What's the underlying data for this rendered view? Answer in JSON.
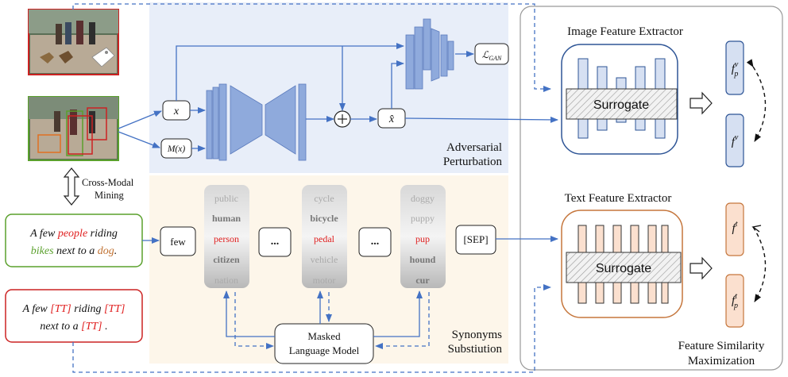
{
  "panels": {
    "adversarial_label_1": "Adversarial",
    "adversarial_label_2": "Perturbation",
    "synonyms_label_1": "Synonyms",
    "synonyms_label_2": "Substiution",
    "feature_similarity_1": "Feature Similarity",
    "feature_similarity_2": "Maximization"
  },
  "cross_modal": {
    "line1": "Cross-Modal",
    "line2": "Mining"
  },
  "nodes": {
    "x": "x",
    "mx": "M(x)",
    "xhat": "x̂",
    "loss": "ℒGAN",
    "few": "few",
    "sep": "[SEP]",
    "dots1": "...",
    "dots2": "...",
    "mlm_line1": "Masked",
    "mlm_line2": "Language Model"
  },
  "columns": {
    "col1": [
      "public",
      "human",
      "person",
      "citizen",
      "nation"
    ],
    "col2": [
      "cycle",
      "bicycle",
      "pedal",
      "vehicle",
      "motor"
    ],
    "col3": [
      "doggy",
      "puppy",
      "pup",
      "hound",
      "cur"
    ]
  },
  "captions": {
    "green": {
      "p1": "A few ",
      "w1": "people",
      "p2": " riding",
      "w2": "bikes",
      "p3": " next to a ",
      "w3": "dog",
      "p4": "."
    },
    "red": {
      "p1": "A few ",
      "t1": "[TT]",
      "p2": " riding ",
      "t2": "[TT]",
      "p3": "next to a ",
      "t3": "[TT]",
      "p4": " ."
    }
  },
  "extractors": {
    "image_title": "Image Feature Extractor",
    "text_title": "Text Feature Extractor",
    "surrogate": "Surrogate"
  },
  "features": {
    "fpv": "f_p^v",
    "fv": "f^v",
    "ft": "f^t",
    "fpt": "f_p^t"
  },
  "colors": {
    "blue_panel": "#e8eef9",
    "beige_panel": "#fdf6ea",
    "arrow_blue": "#4472c4",
    "encoder_blue": "#8faadc",
    "text_red": "#e02020",
    "text_green": "#5aa02c",
    "text_brown": "#c07030",
    "feature_orange": "#fbe0cf"
  }
}
